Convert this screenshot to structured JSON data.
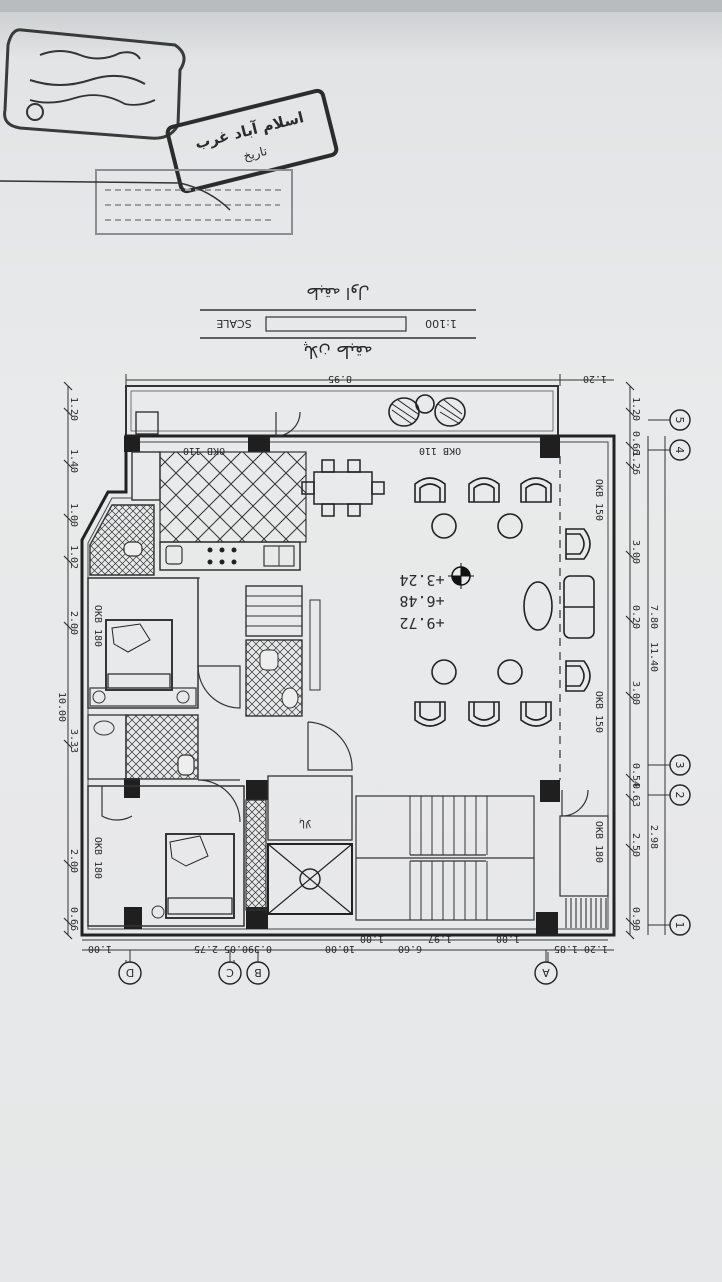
{
  "drawing": {
    "title": "پلان طبقه",
    "subtitle": "طبقه اول",
    "scale_label": "SCALE",
    "scale_value": "1:100"
  },
  "levels": [
    "+9.72",
    "+6.48",
    "+3.24"
  ],
  "windows": {
    "top": "OKB 110",
    "top_left": "OKB 110",
    "right_upper": "OKB 150",
    "right_lower": "OKB 150",
    "right_bottom": "OKB 180",
    "left_upper": "OKB 180",
    "left_lower": "OKB 180"
  },
  "dims": {
    "top_overall": "8.95",
    "top_right": "1.20",
    "right_chain": [
      "1.20",
      "0.66",
      "1.26",
      "3.00",
      "0.20",
      "3.00",
      "0.54",
      "0.63",
      "2.50",
      "0.90"
    ],
    "right_outer": [
      "7.80",
      "11.40",
      "2.98"
    ],
    "left_chain": [
      "1.20",
      "1.40",
      "1.00",
      "1.02",
      "2.00",
      "3.33",
      "2.00",
      "0.66"
    ],
    "left_outer": "10.00",
    "bottom_row1": [
      "1.00",
      "1.97",
      "1.00"
    ],
    "bottom_row2": [
      "1.00",
      "2.75",
      "0.05",
      "0.39",
      "10.00",
      "6.60",
      "1.85",
      "1.20"
    ]
  },
  "grid": {
    "right": [
      "5",
      "4",
      "3",
      "2",
      "1"
    ],
    "bottom": [
      "D",
      "C",
      "B",
      "A"
    ]
  },
  "stairs_label": "بالا",
  "stamp": {
    "line1": "اسلام آباد غرب",
    "line2": "تاریخ"
  }
}
